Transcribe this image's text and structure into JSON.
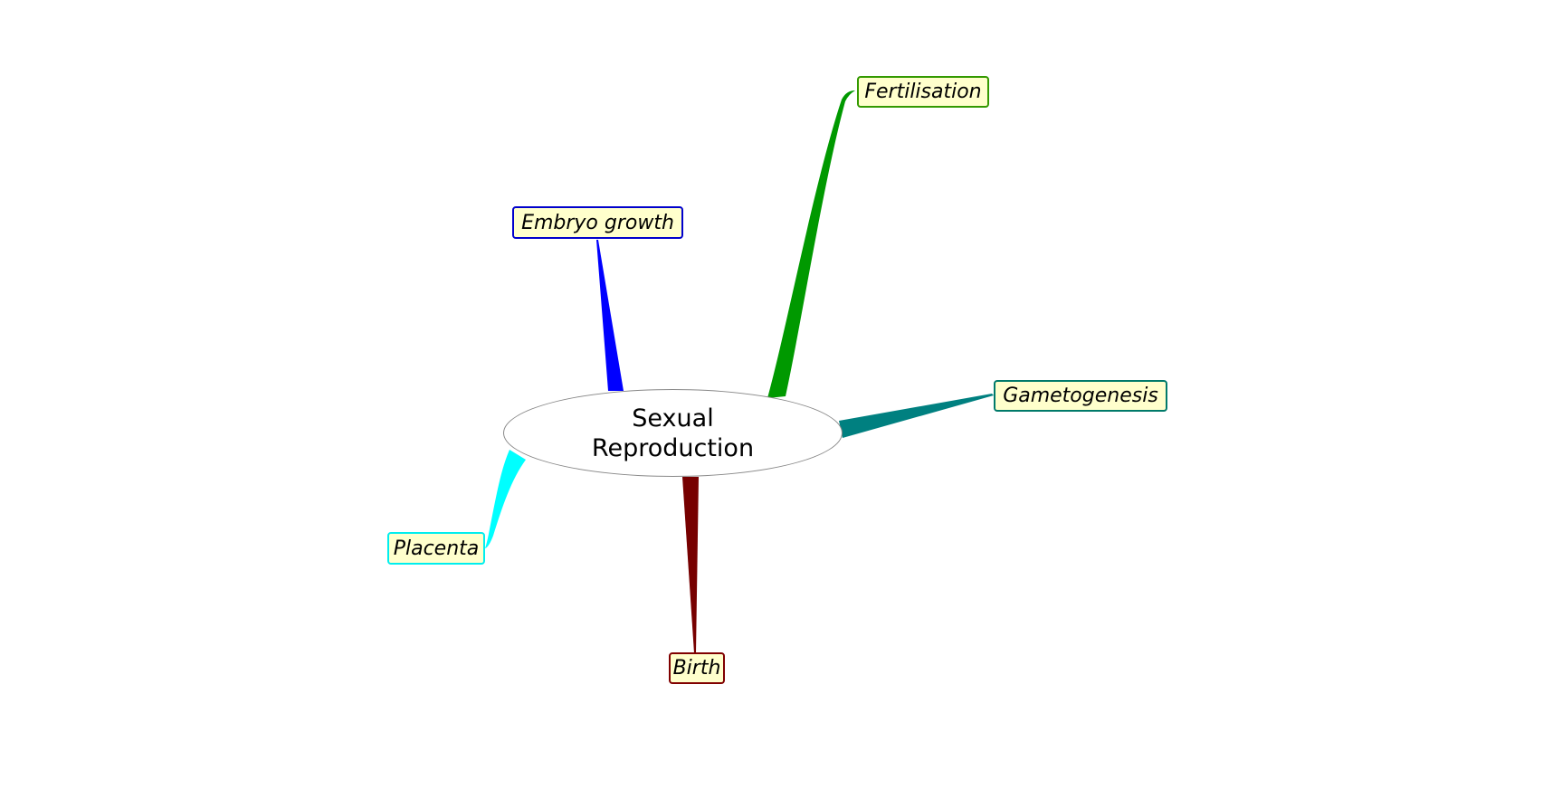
{
  "center": {
    "label_line1": "Sexual",
    "label_line2": "Reproduction"
  },
  "nodes": [
    {
      "label": "Fertilisation",
      "color": "#009900"
    },
    {
      "label": "Embryo growth",
      "color": "#0000ee"
    },
    {
      "label": "Gametogenesis",
      "color": "#007a6a"
    },
    {
      "label": "Placenta",
      "color": "#00eeee"
    },
    {
      "label": "Birth",
      "color": "#800000"
    }
  ],
  "branch_colors": {
    "fertilisation": "#009900",
    "embryo": "#0000ff",
    "gametogenesis": "#008080",
    "placenta": "#00ffff",
    "birth": "#770000"
  }
}
